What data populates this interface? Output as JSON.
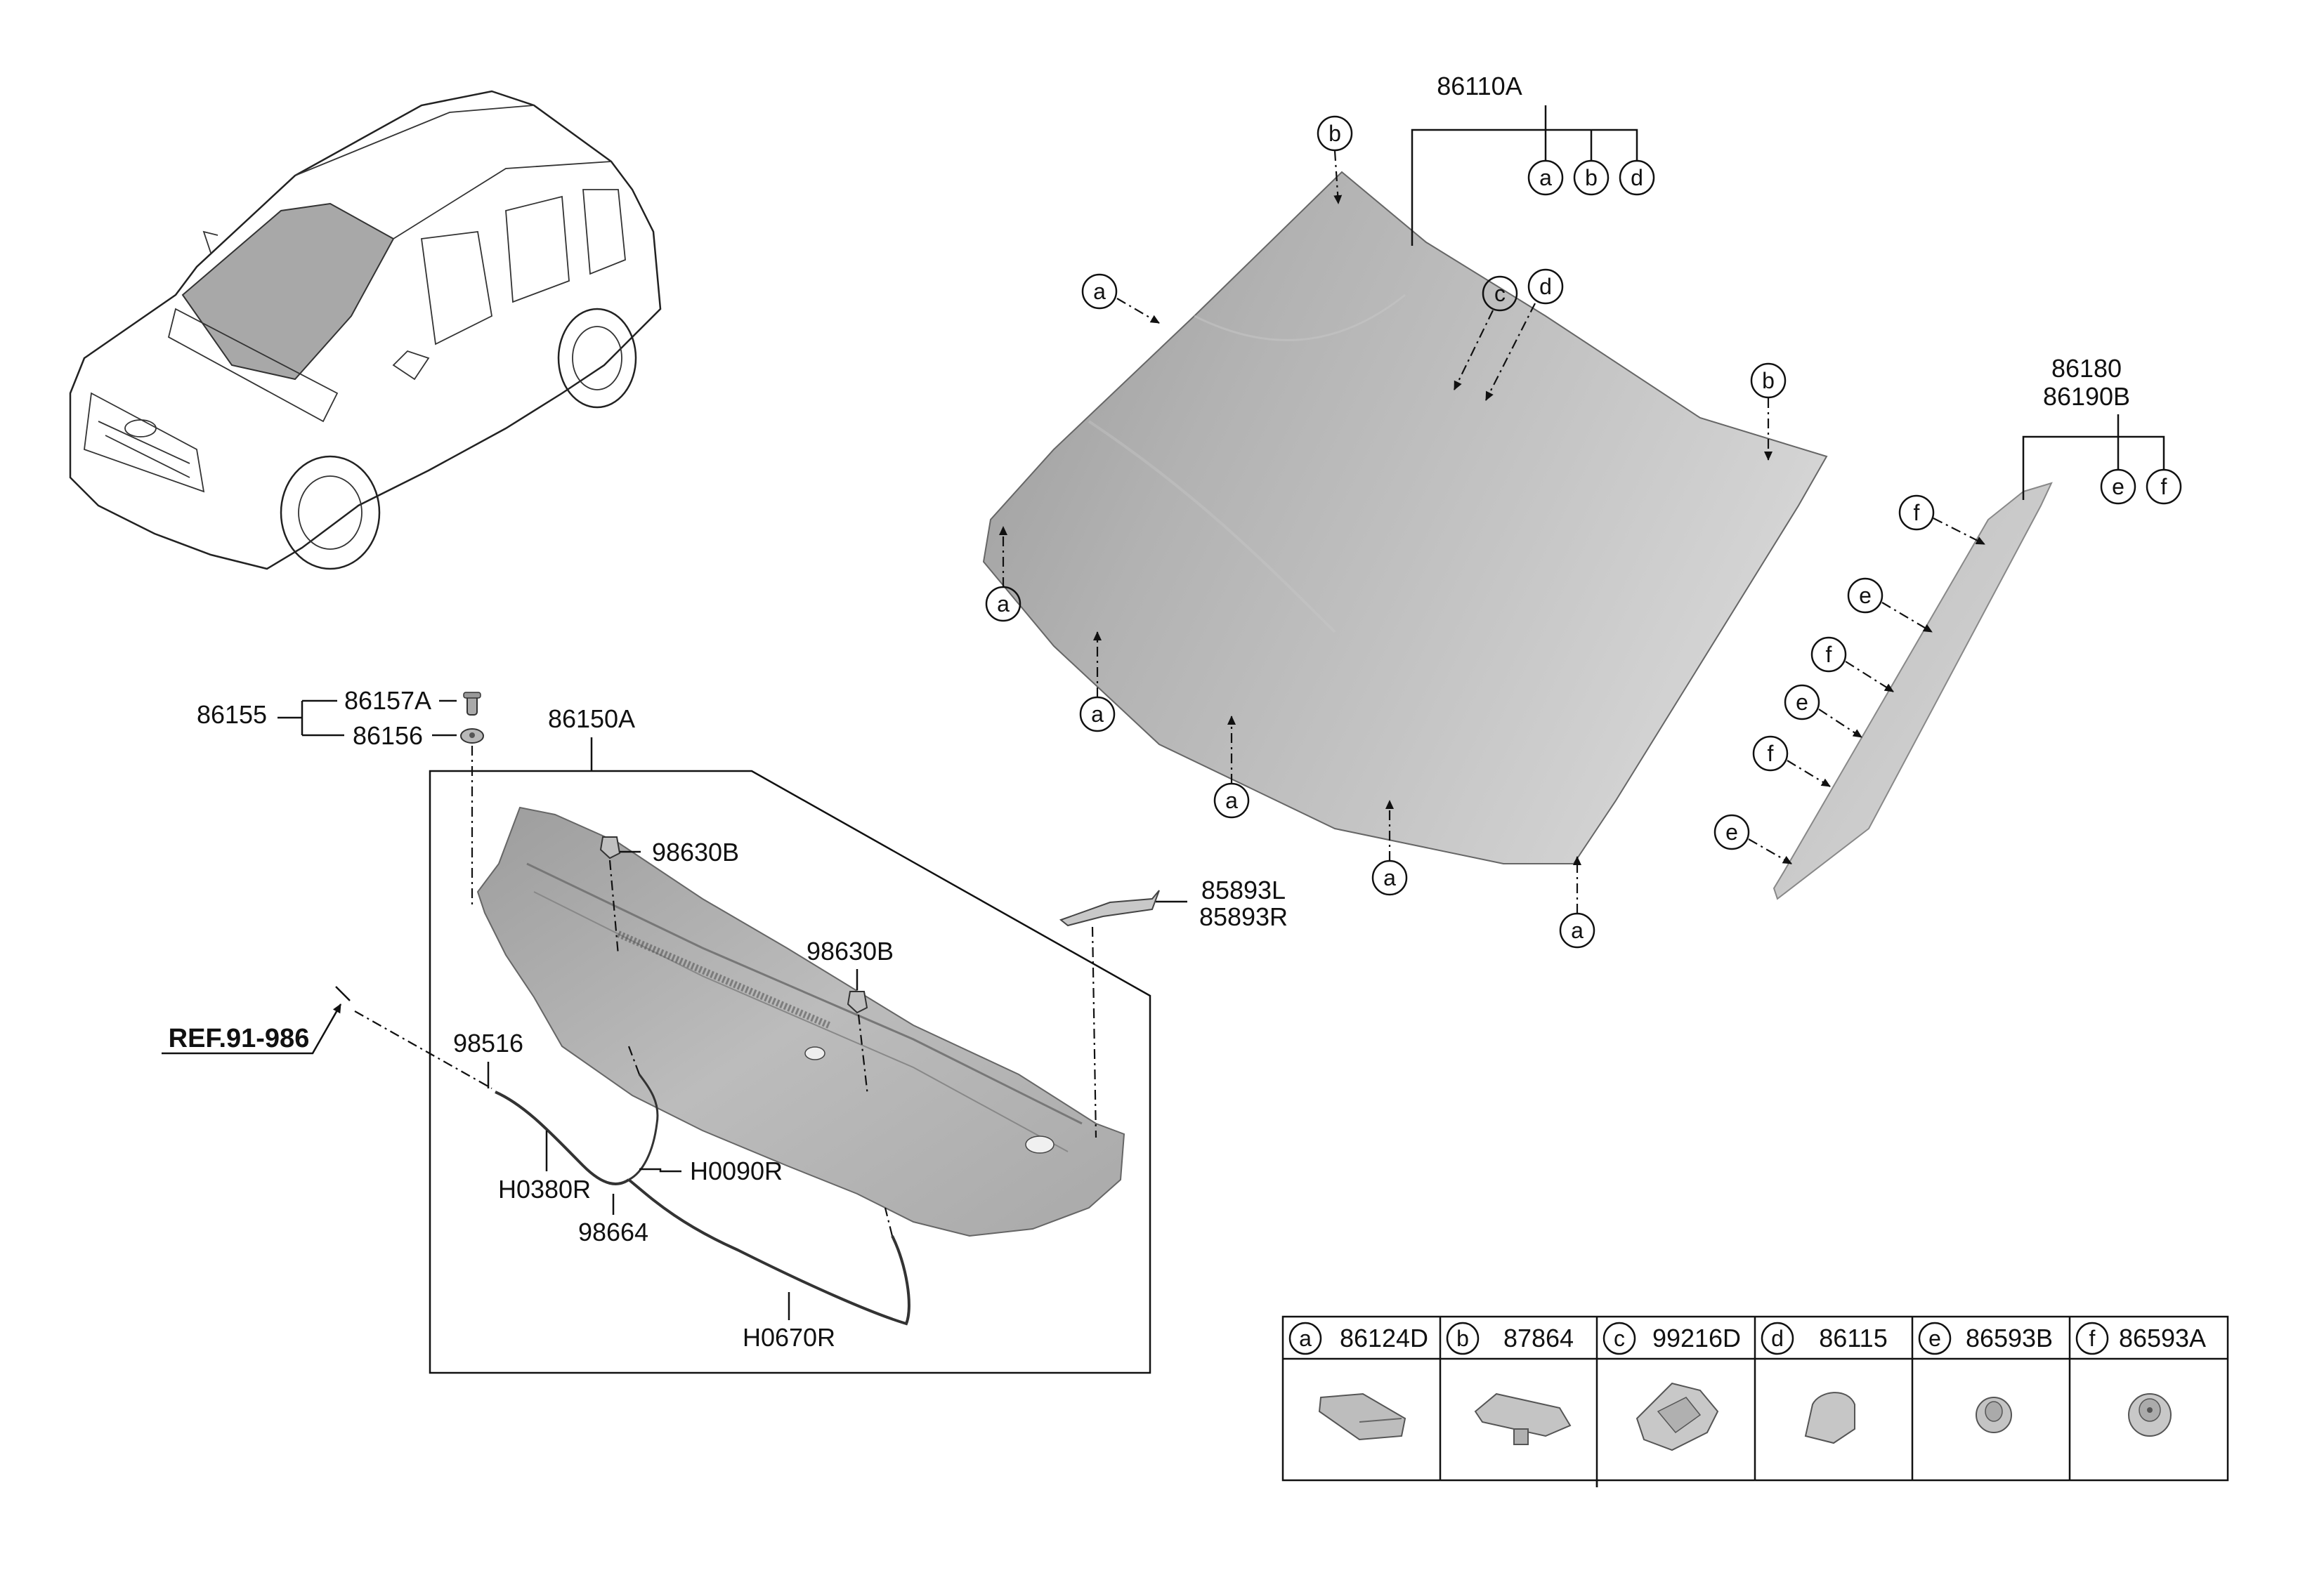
{
  "parts": {
    "p86110A": "86110A",
    "p86180": "86180",
    "p86190B": "86190B",
    "p86155": "86155",
    "p86157A": "86157A",
    "p86156": "86156",
    "p86150A": "86150A",
    "p98630B_top": "98630B",
    "p98630B_mid": "98630B",
    "p85893L": "85893L",
    "p85893R": "85893R",
    "p98516": "98516",
    "pH0380R": "H0380R",
    "pH0090R": "H0090R",
    "p98664": "98664",
    "pH0670R": "H0670R",
    "ref": "REF.91-986"
  },
  "letters": {
    "a": "a",
    "b": "b",
    "c": "c",
    "d": "d",
    "e": "e",
    "f": "f"
  },
  "legend": [
    {
      "letter": "a",
      "part": "86124D"
    },
    {
      "letter": "b",
      "part": "87864"
    },
    {
      "letter": "c",
      "part": "99216D"
    },
    {
      "letter": "d",
      "part": "86115"
    },
    {
      "letter": "e",
      "part": "86593B"
    },
    {
      "letter": "f",
      "part": "86593A"
    }
  ]
}
